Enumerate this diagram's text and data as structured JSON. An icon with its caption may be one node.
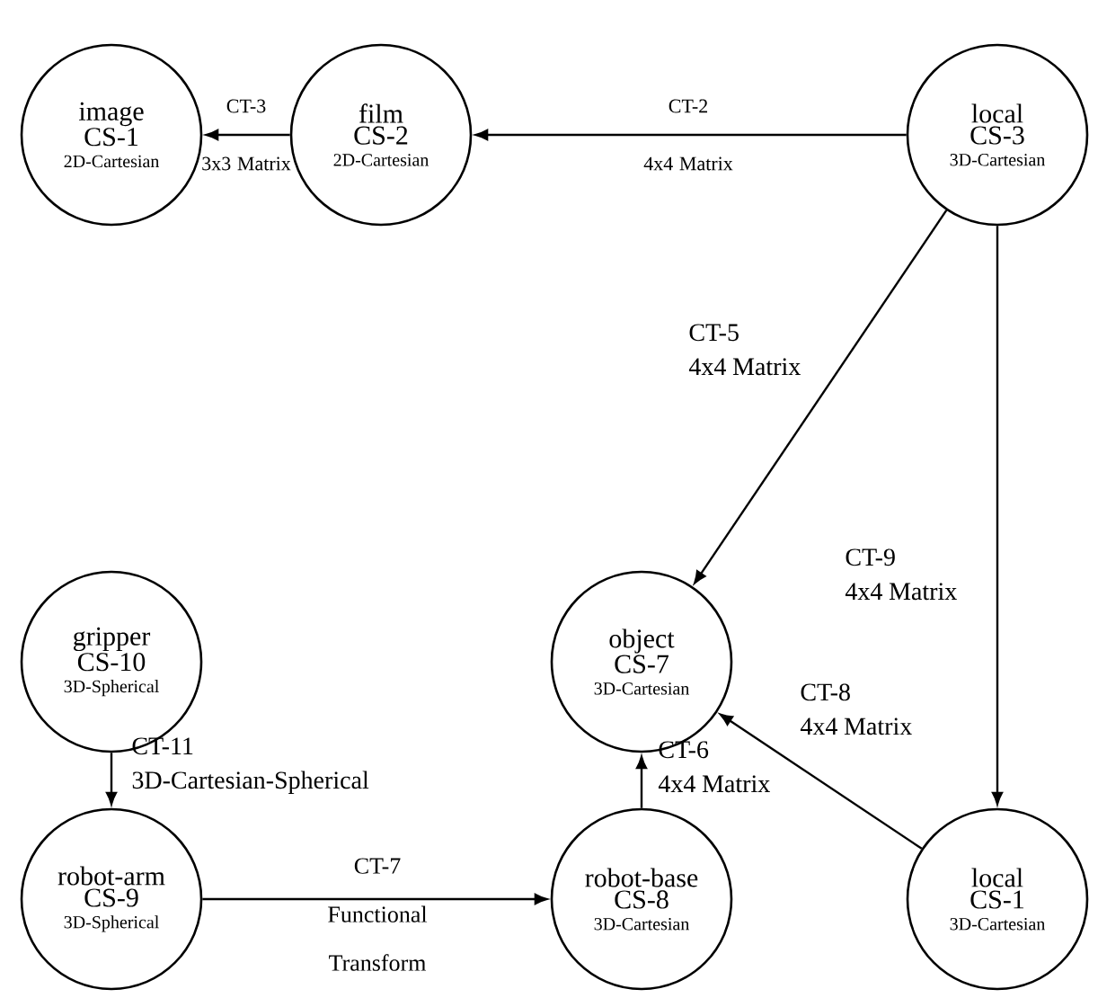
{
  "diagram": {
    "nodes": [
      {
        "text": [
          "image",
          "CS-1",
          "2D-Cartesian"
        ]
      },
      {
        "text": [
          "film",
          "CS-2",
          "2D-Cartesian"
        ]
      },
      {
        "text": [
          "local",
          "CS-3",
          "3D-Cartesian"
        ]
      },
      {
        "text": [
          "gripper",
          "CS-10",
          "3D-Spherical"
        ]
      },
      {
        "text": [
          "object",
          "CS-7",
          "3D-Cartesian"
        ]
      },
      {
        "text": [
          "robot-arm",
          "CS-9",
          "3D-Spherical"
        ]
      },
      {
        "text": [
          "robot-base",
          "CS-8",
          "3D-Cartesian"
        ]
      },
      {
        "text": [
          "local",
          "CS-1",
          "3D-Cartesian"
        ]
      }
    ],
    "edges": [
      {
        "from": 1,
        "to": 0,
        "arrow": "to",
        "label": "CT-3 3x3 Matrix"
      },
      {
        "from": 2,
        "to": 1,
        "arrow": "to",
        "label": "CT-2 4x4 Matrix"
      },
      {
        "from": 2,
        "to": 4,
        "arrow": "to",
        "label": "CT-5 4x4 Matrix"
      },
      {
        "from": 2,
        "to": 7,
        "arrow": "to",
        "label": "CT-9 4x4 Matrix"
      },
      {
        "from": 7,
        "to": 4,
        "arrow": "to",
        "label": "CT-8 4x4 Matrix"
      },
      {
        "from": 6,
        "to": 4,
        "arrow": "to",
        "label": "CT-6 4x4 Matrix"
      },
      {
        "from": 3,
        "to": 5,
        "arrow": "to",
        "label": "CT-11 3D-Cartesian-Spherical"
      },
      {
        "from": 5,
        "to": 6,
        "arrow": "to",
        "label": "CT-7 Functional Transform"
      }
    ]
  }
}
